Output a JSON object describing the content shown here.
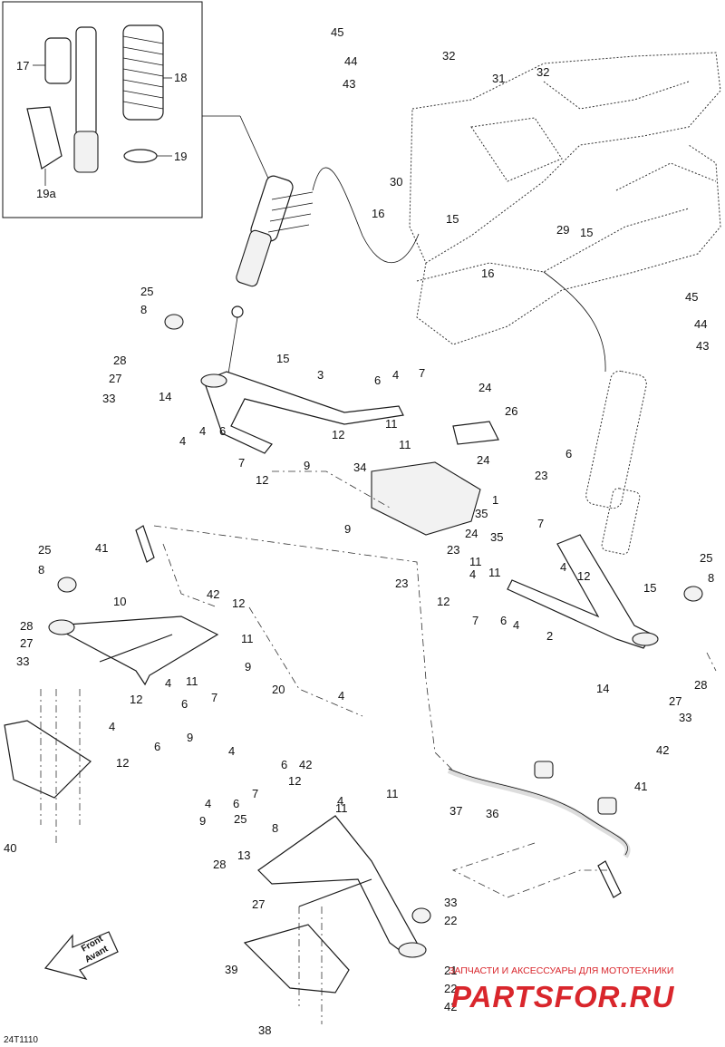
{
  "diagram_code": "24T1110",
  "front_arrow": {
    "line1": "Front",
    "line2": "Avant"
  },
  "watermark": {
    "caption": "ЗАПЧАСТИ И АКСЕССУАРЫ ДЛЯ МОТОТЕХНИКИ",
    "logo_text": "PARTSFOR.RU",
    "color": "#d9262c"
  },
  "inset_labels": [
    "17",
    "18",
    "19",
    "19a"
  ],
  "callouts": [
    "45",
    "44",
    "43",
    "32",
    "31",
    "32",
    "30",
    "16",
    "15",
    "29",
    "15",
    "16",
    "25",
    "8",
    "45",
    "44",
    "43",
    "28",
    "27",
    "33",
    "14",
    "15",
    "3",
    "6",
    "4",
    "7",
    "24",
    "26",
    "11",
    "12",
    "4",
    "6",
    "4",
    "7",
    "12",
    "11",
    "9",
    "34",
    "24",
    "1",
    "35",
    "24",
    "35",
    "9",
    "23",
    "23",
    "23",
    "6",
    "7",
    "4",
    "12",
    "11",
    "4",
    "6",
    "4",
    "12",
    "11",
    "7",
    "15",
    "2",
    "14",
    "25",
    "8",
    "28",
    "27",
    "33",
    "41",
    "25",
    "8",
    "10",
    "42",
    "12",
    "11",
    "28",
    "27",
    "33",
    "7",
    "11",
    "12",
    "4",
    "6",
    "4",
    "9",
    "6",
    "4",
    "9",
    "20",
    "4",
    "12",
    "11",
    "6",
    "42",
    "12",
    "11",
    "4",
    "6",
    "4",
    "7",
    "9",
    "13",
    "25",
    "8",
    "28",
    "27",
    "33",
    "22",
    "21",
    "22",
    "42",
    "40",
    "39",
    "38",
    "37",
    "36",
    "42",
    "41"
  ]
}
